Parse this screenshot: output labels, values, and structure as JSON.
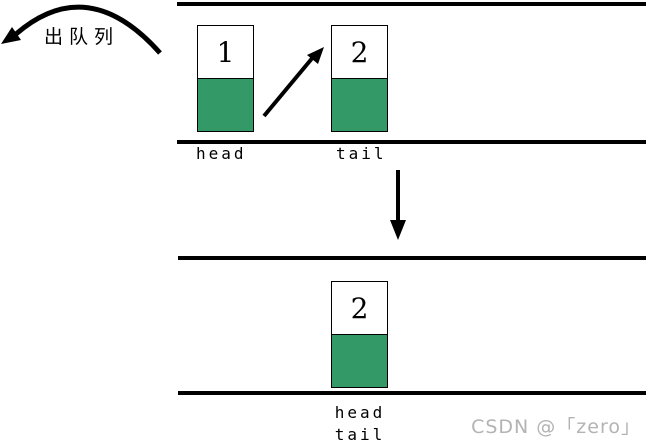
{
  "diagram": {
    "dequeue_label": "出队列",
    "top_queue": {
      "nodes": [
        {
          "value": "1",
          "pointer_label": "head"
        },
        {
          "value": "2",
          "pointer_label": "tail"
        }
      ]
    },
    "bottom_queue": {
      "node": {
        "value": "2",
        "pointer_labels": [
          "head",
          "tail"
        ]
      }
    },
    "colors": {
      "node_fill_green": "#339966",
      "line_black": "#000000"
    }
  },
  "watermark": {
    "text": "CSDN @「zero」",
    "color": "#b3b3b3"
  }
}
